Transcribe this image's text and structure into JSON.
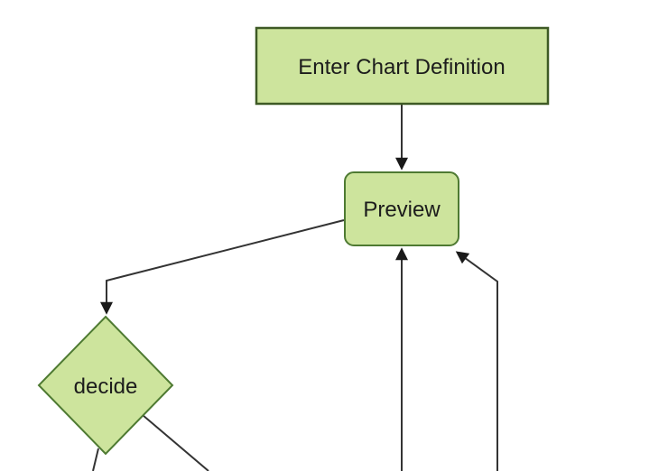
{
  "diagram": {
    "type": "flowchart",
    "colors": {
      "background": "#ffffff",
      "node_fill": "#cde49d",
      "rect_border": "#3e5a25",
      "node_border": "#4e7a32",
      "edge": "#333333",
      "arrow": "#1a1a1a",
      "text": "#1c1c1c"
    },
    "nodes": [
      {
        "id": "enter-chart-definition",
        "label": "Enter Chart Definition",
        "shape": "rectangle"
      },
      {
        "id": "preview",
        "label": "Preview",
        "shape": "rounded-rectangle"
      },
      {
        "id": "decide",
        "label": "decide",
        "shape": "diamond"
      }
    ],
    "edges": [
      {
        "from": "enter-chart-definition",
        "to": "preview",
        "arrow": true
      },
      {
        "from": "preview",
        "to": "decide",
        "arrow": true
      },
      {
        "from": "offscreen-bottom",
        "to": "preview",
        "arrow": true
      },
      {
        "from": "offscreen-bottom-right",
        "to": "preview",
        "arrow": true
      },
      {
        "from": "decide",
        "to": "offscreen-bottom-left",
        "arrow": false
      },
      {
        "from": "decide",
        "to": "offscreen-bottom-right",
        "arrow": false
      }
    ]
  }
}
